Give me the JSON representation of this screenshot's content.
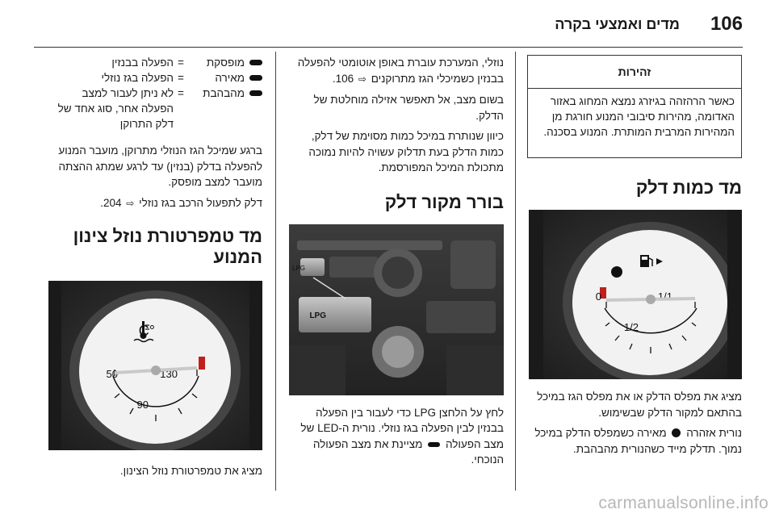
{
  "header": {
    "page_number": "106",
    "title": "מדים ואמצעי בקרה"
  },
  "right_column": {
    "warning": {
      "title": "זהירות",
      "text": "כאשר הרהזהה בגיזרג נמצא המחוג באזור האדומה, מהירות סיבובי המנוע חורגת מן המהירות המרבית המותרת. המנוע בסכנה."
    },
    "fuel_heading": "מד כמות דלק",
    "fuel_gauge": {
      "labels": [
        "0",
        "1/1",
        "1/2"
      ]
    },
    "para1": "מציג את מפלס הדלק או את מפלס הגז במיכל בהתאם למקור הדלק שבשימוש.",
    "para2": {
      "before_icon": "נורית אזהרה",
      "after_icon": "מאירה כשמפלס הדלק במיכל נמוך. תדלק מייד כשהנורית מהבהבת."
    }
  },
  "middle_column": {
    "para_top_1": "נוזלי, המערכת עוברת באופן אוטומטי להפעלה בבנזין כשמיכלי הגז מתרוקנים",
    "para_top_1_ref": "106.",
    "para_top_2": "בשום מצב, אל תאפשר אזילה מוחלטת של הדלק.",
    "para_top_3": "כיוון שנותרת במיכל כמות מסוימת של דלק, כמות הדלק בעת תדלוק עשויה להיות נמוכה מתכולת המיכל המפורסמת.",
    "heading": "בורר מקור דלק",
    "lpg_button_small": "LPG",
    "lpg_button_large": "LPG",
    "para_bottom_1": "לחץ על הלחצן LPG כדי לעבור בין הפעלה בבנזין לבין הפעלה בגז נוזלי. נורית ה-LED",
    "para_bottom_2": "של מצב הפעולה",
    "para_bottom_3": "מציינת את מצב הפעולה הנוכחי."
  },
  "left_column": {
    "legend": [
      {
        "key": "מופסקת",
        "eq": "=",
        "val": "הפעלה בבנזין"
      },
      {
        "key": "מאירה",
        "eq": "=",
        "val": "הפעלה בגז נוזלי"
      },
      {
        "key": "מהבהבת",
        "eq": "=",
        "val": "לא ניתן לעבור למצב הפעלה אחר, סוג אחד של דלק התרוקן"
      }
    ],
    "para1": "ברגע שמיכל הגז הנוזלי מתרוקן, מועבר המנוע להפעלה בדלק (בנזין) עד לרגע שמתג ההצתה מועבר למצב מופסק.",
    "para2_text": "דלק לתפעול הרכב בגז נוזלי",
    "para2_ref": "204.",
    "heading": "מד טמפרטורת נוזל צינון המנוע",
    "temp_gauge": {
      "unit_label": "°C",
      "labels": [
        "50",
        "90",
        "130"
      ]
    },
    "caption": "מציג את טמפרטורת נוזל הצינון."
  },
  "footer": {
    "watermark": "carmanualsonline.info"
  }
}
